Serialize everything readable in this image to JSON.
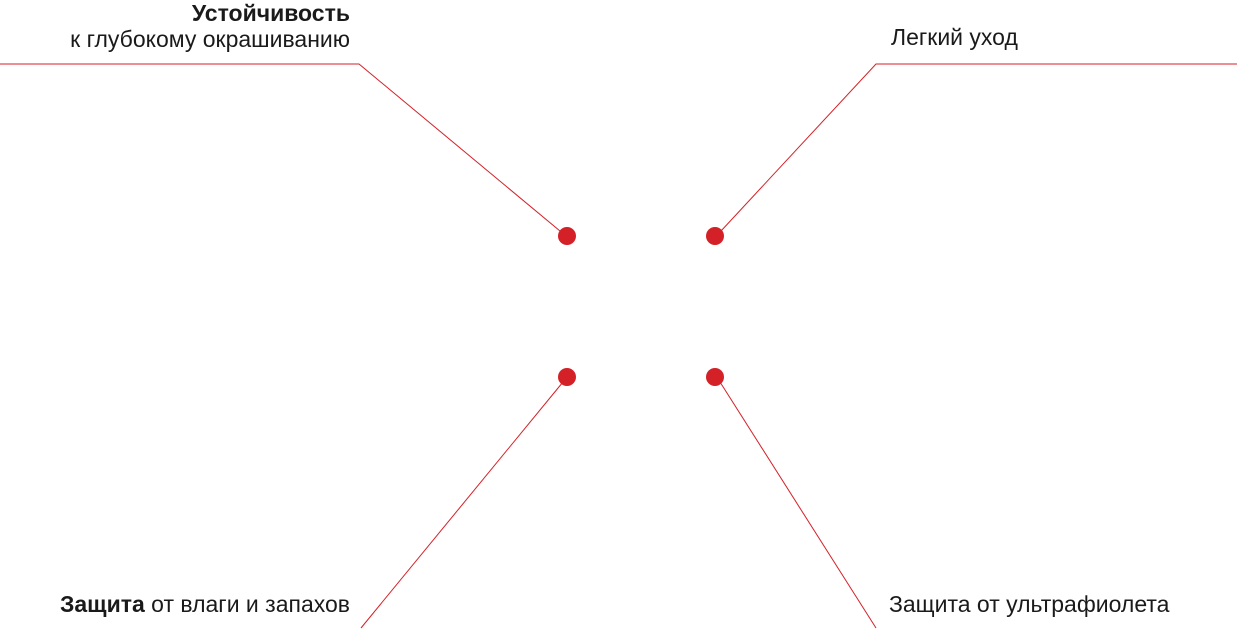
{
  "callouts": {
    "top_left": {
      "title": "Устойчивость",
      "text": "к глубокому окрашиванию"
    },
    "top_right": {
      "text": "Легкий уход"
    },
    "bottom_left": {
      "title": "Защита",
      "text": " от влаги и запахов"
    },
    "bottom_right": {
      "text": "Защита от ультрафиолета"
    }
  },
  "colors": {
    "accent": "#d42027",
    "text": "#1a1a1a",
    "background": "#ffffff"
  }
}
